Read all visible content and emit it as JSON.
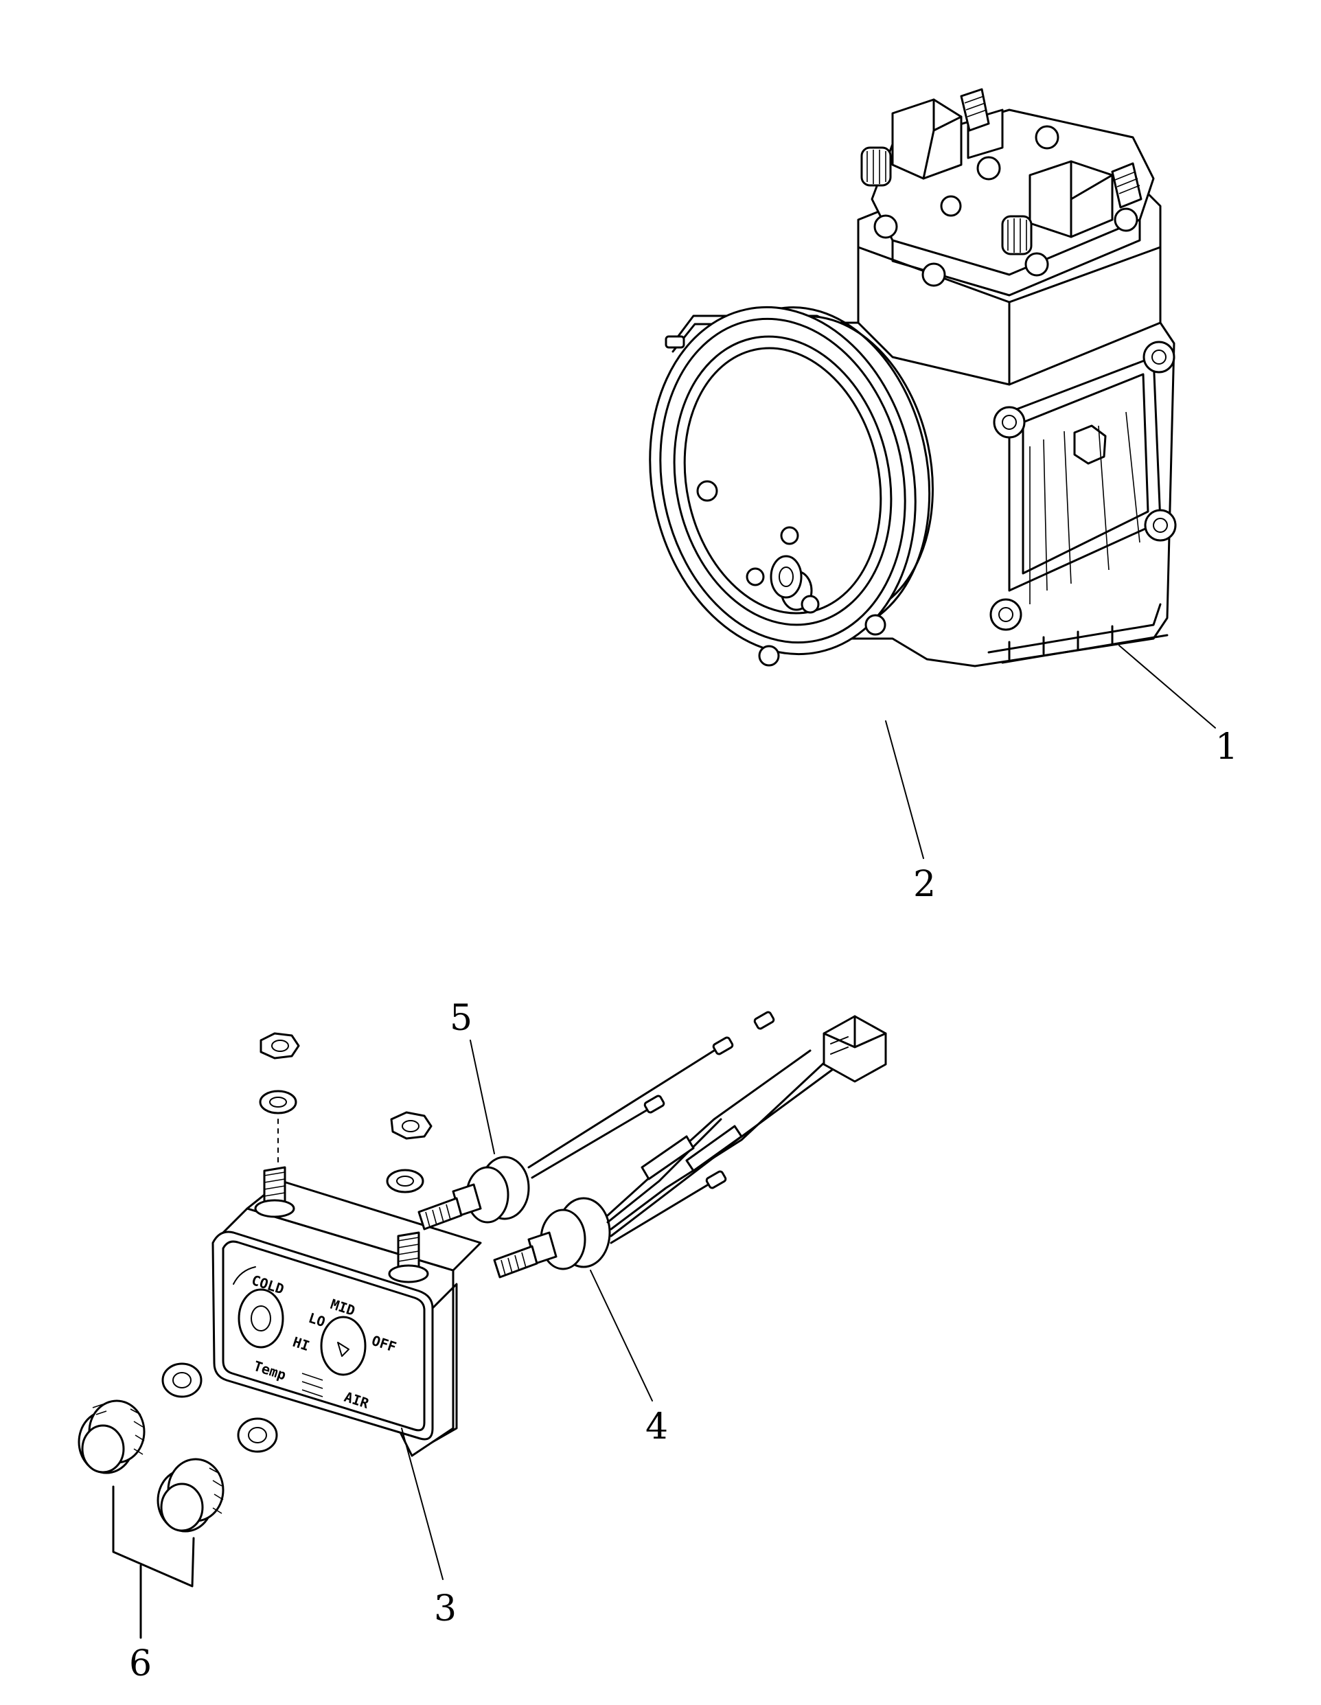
{
  "callouts": [
    {
      "id": "1",
      "label": "1"
    },
    {
      "id": "2",
      "label": "2"
    },
    {
      "id": "3",
      "label": "3"
    },
    {
      "id": "4",
      "label": "4"
    },
    {
      "id": "5",
      "label": "5"
    },
    {
      "id": "6",
      "label": "6"
    }
  ],
  "control_panel": {
    "cold": "COLD",
    "mid": "MID",
    "lo": "LO",
    "hi": "HI",
    "temp": "Temp",
    "air": "AIR",
    "off": "OFF"
  }
}
